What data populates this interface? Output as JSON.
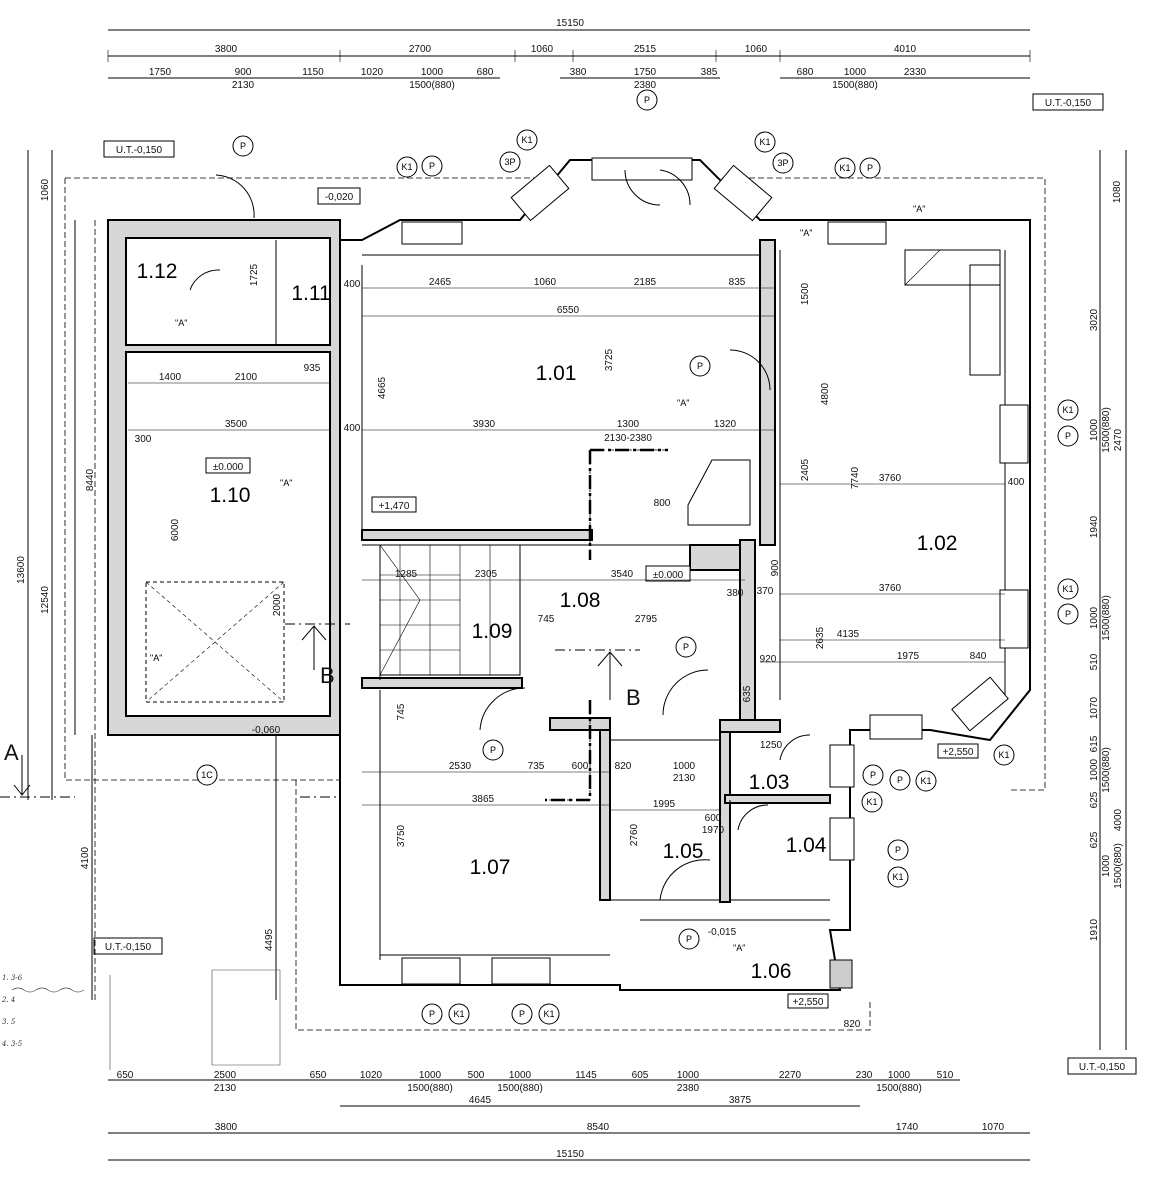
{
  "chain_top": {
    "total": "15150",
    "row1": [
      "3800",
      "2700",
      "1060",
      "2515",
      "1060",
      "4010"
    ],
    "row2": [
      "1750",
      "900",
      "2130",
      "1150",
      "1020",
      "1000",
      "1500(880)",
      "680",
      "380",
      "1750",
      "2380",
      "385",
      "680",
      "1000",
      "1500(880)",
      "2330"
    ]
  },
  "chain_bottom": {
    "row1": [
      "650",
      "2500",
      "2130",
      "650",
      "1020",
      "1000",
      "1500(880)",
      "500",
      "1000",
      "1500(880)",
      "1145",
      "605",
      "1000",
      "2380",
      "2270",
      "230",
      "1000",
      "1500(880)",
      "510"
    ],
    "row2": [
      "4645",
      "3875"
    ],
    "row3": [
      "3800",
      "8540",
      "1740",
      "1070"
    ],
    "total": "15150"
  },
  "chain_left": [
    "1060",
    "8440",
    "12540",
    "13600",
    "4100",
    "4495"
  ],
  "chain_right": [
    "1080",
    "3020",
    "1000",
    "1500(880)",
    "2470",
    "1940",
    "1000",
    "1500(880)",
    "510",
    "1070",
    "615",
    "1000",
    "1500(880)",
    "625",
    "625",
    "1000",
    "1500(880)",
    "4000",
    "1910"
  ],
  "rooms": {
    "r101": "1.01",
    "r102": "1.02",
    "r103": "1.03",
    "r104": "1.04",
    "r105": "1.05",
    "r106": "1.06",
    "r107": "1.07",
    "r108": "1.08",
    "r109": "1.09",
    "r110": "1.10",
    "r111": "1.11",
    "r112": "1.12"
  },
  "level_tags": {
    "ut_top_left": "U.T.-0,150",
    "ut_top_right": "U.T.-0,150",
    "ut_bottom_left": "U.T.-0,150",
    "ut_bottom_right": "U.T.-0,150",
    "lvl_0020": "-0,020",
    "lvl_zero_110": "±0.000",
    "lvl_zero_108": "±0.000",
    "lvl_1470": "+1,470",
    "lvl_0060": "-0,060",
    "lvl_0015": "-0,015",
    "lvl_2550_a": "+2,550",
    "lvl_2550_b": "+2,550"
  },
  "section_marks": {
    "a": "A",
    "b": "B"
  },
  "tags": {
    "k1": "K1",
    "sp": "3P",
    "p": "P",
    "ic": "1C",
    "qa": "\"A\""
  },
  "inner_dims": {
    "d2465": "2465",
    "d1060": "1060",
    "d2185": "2185",
    "d835": "835",
    "d6550": "6550",
    "d3930": "3930",
    "d1300": "1300",
    "d2130_2380": "2130-2380",
    "d1320": "1320",
    "d3725": "3725",
    "d4665": "4665",
    "d1400": "1400",
    "d2100": "2100",
    "d935": "935",
    "d3500": "3500",
    "d300": "300",
    "d6000": "6000",
    "d2000": "2000",
    "d3760a": "3760",
    "d3760b": "3760",
    "d2405": "2405",
    "d7740": "7740",
    "d4800": "4800",
    "d1500": "1500",
    "d800": "800",
    "d400a": "400",
    "d400b": "400",
    "d400c": "400",
    "d1285": "1285",
    "d2305": "2305",
    "d3540": "3540",
    "d745a": "745",
    "d2795": "2795",
    "d4135": "4135",
    "d1975": "1975",
    "d840": "840",
    "d2530": "2530",
    "d735": "735",
    "d600": "600",
    "d820": "820",
    "d3865": "3865",
    "d3750": "3750",
    "d1995": "1995",
    "d2760": "2760",
    "d1250": "1250",
    "d1000_2130": "1000",
    "d2130": "2130",
    "d600_1970": "600",
    "d1970": "1970",
    "d1725": "1725",
    "d820b": "820",
    "d745b": "745",
    "d370": "370",
    "d380": "380",
    "d900": "900",
    "d635": "635",
    "d2635": "2635",
    "d920": "920"
  },
  "handnotes": [
    "1. 3-6",
    "2. 4",
    "3. 5",
    "4. 3-5"
  ]
}
